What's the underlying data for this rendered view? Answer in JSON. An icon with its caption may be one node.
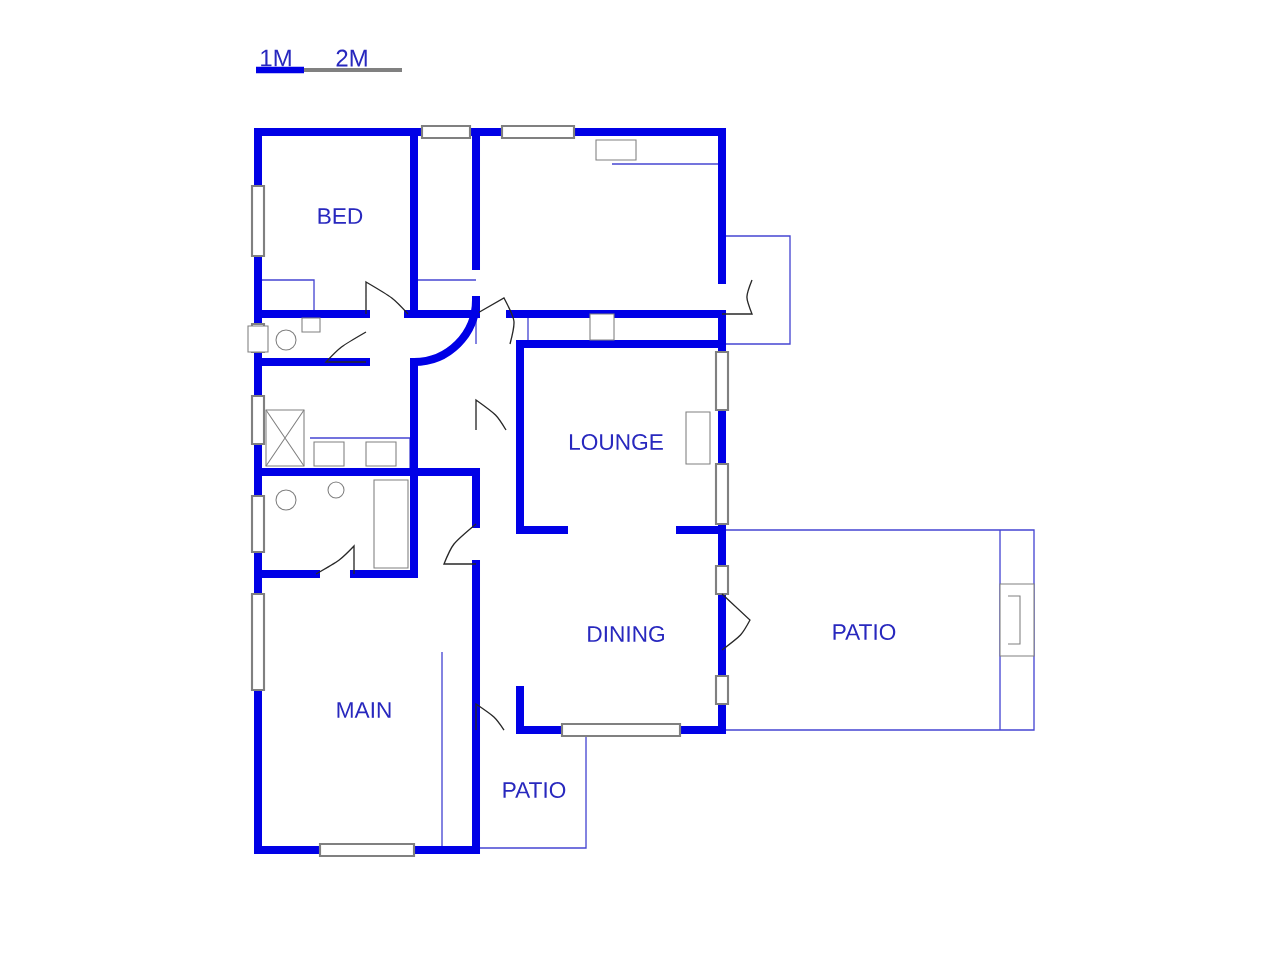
{
  "diagram": {
    "labels": [
      "1M",
      "2M",
      "BED",
      "LOUNGE",
      "DINING",
      "PATIO",
      "MAIN",
      "PATIO"
    ]
  }
}
